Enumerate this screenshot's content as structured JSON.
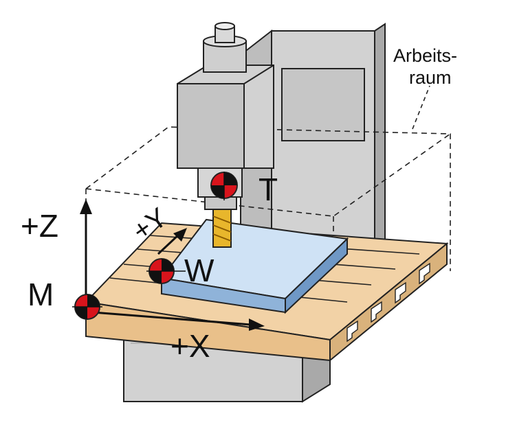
{
  "labels": {
    "axis_z": "+Z",
    "axis_y": "+Y",
    "axis_x": "+X",
    "point_m": "M",
    "point_w": "W",
    "point_t": "T",
    "workspace_line1": "Arbeits-",
    "workspace_line2": "raum"
  },
  "colors": {
    "machine_gray": "#d2d2d2",
    "machine_dark": "#a9a9a9",
    "table_wood": "#f2d2a6",
    "table_wood_dark": "#d9b27c",
    "workpiece": "#cfe2f5",
    "workpiece_side": "#8fb3d9",
    "marker_red": "#d8141c",
    "tool_gold": "#e8b62c"
  }
}
